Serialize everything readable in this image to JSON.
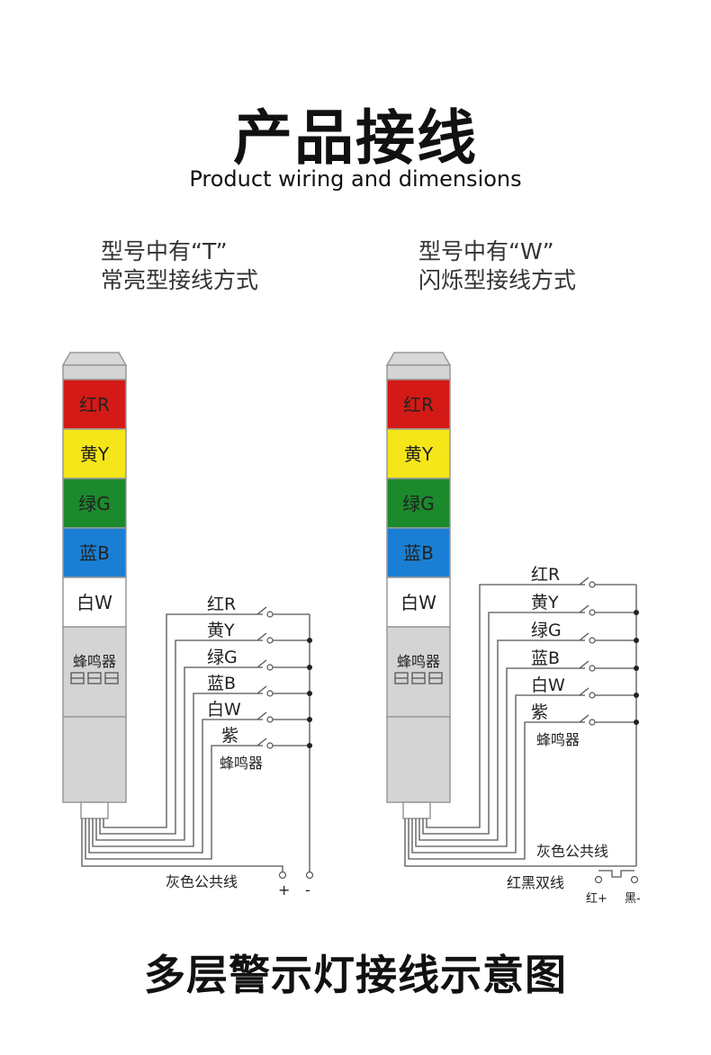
{
  "title": "产品接线",
  "subtitle": "Product wiring and dimensions",
  "bottom_title": "多层警示灯接线示意图",
  "colors": {
    "red": "#d41a16",
    "yellow": "#f5e61a",
    "green": "#1a8a2c",
    "blue": "#1a7fd4",
    "white": "#ffffff",
    "body_gray": "#d4d4d4"
  },
  "left": {
    "header_line1": "型号中有“T”",
    "header_line2": "常亮型接线方式",
    "segments": [
      "红R",
      "黄Y",
      "绿G",
      "蓝B",
      "白W"
    ],
    "buzzer": "蜂鸣器",
    "wire_labels": [
      "红R",
      "黄Y",
      "绿G",
      "蓝B",
      "白W",
      "紫"
    ],
    "buzzer_label": "蜂鸣器",
    "common_label": "灰色公共线",
    "plus": "+",
    "minus": "-"
  },
  "right": {
    "header_line1": "型号中有“W”",
    "header_line2": "闪烁型接线方式",
    "segments": [
      "红R",
      "黄Y",
      "绿G",
      "蓝B",
      "白W"
    ],
    "buzzer": "蜂鸣器",
    "wire_labels": [
      "红R",
      "黄Y",
      "绿G",
      "蓝B",
      "白W",
      "紫"
    ],
    "buzzer_label": "蜂鸣器",
    "common_label": "灰色公共线",
    "dual_label": "红黑双线",
    "red_plus": "红+",
    "black_minus": "黑-"
  }
}
